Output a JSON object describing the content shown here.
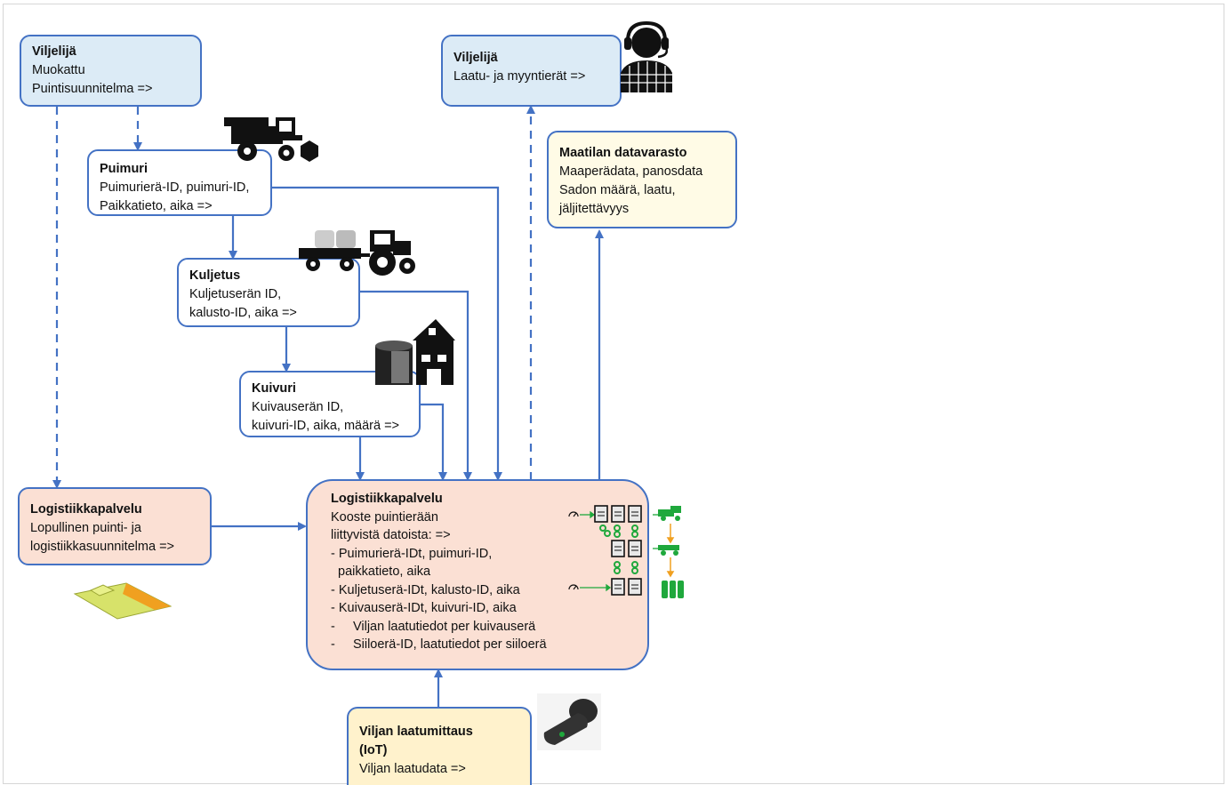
{
  "boxes": {
    "farmer_plan": {
      "title": "Viljelijä",
      "lines": [
        "Muokattu",
        "Puintisuunnitelma =>"
      ]
    },
    "farmer_lots": {
      "title": "Viljelijä",
      "lines": [
        "Laatu- ja myyntierät =>"
      ]
    },
    "combine": {
      "title": "Puimuri",
      "lines": [
        "Puimurierä-ID, puimuri-ID,",
        "Paikkatieto, aika =>"
      ]
    },
    "farm_store": {
      "title": "Maatilan datavarasto",
      "lines": [
        "Maaperädata, panosdata",
        "Sadon määrä, laatu,",
        "jäljitettävyys"
      ]
    },
    "transport": {
      "title": "Kuljetus",
      "lines": [
        "Kuljetuserän ID,",
        "kalusto-ID, aika =>"
      ]
    },
    "dryer": {
      "title": "Kuivuri",
      "lines": [
        "Kuivauserän ID,",
        "kuivuri-ID, aika, määrä =>"
      ]
    },
    "logistics_left": {
      "title": "Logistiikkapalvelu",
      "lines": [
        "Lopullinen puinti- ja",
        "logistiikkasuunnitelma =>"
      ]
    },
    "logistics_main": {
      "title": "Logistiikkapalvelu",
      "lines": [
        "Kooste puintierään",
        "liittyvistä datoista: =>",
        "- Puimurierä-IDt, puimuri-ID,",
        "  paikkatieto, aika",
        "- Kuljetuserä-IDt, kalusto-ID, aika",
        "- Kuivauserä-IDt, kuivuri-ID, aika",
        "-     Viljan laatutiedot per kuivauserä",
        "-     Siiloerä-ID, laatutiedot per siiloerä"
      ]
    },
    "quality": {
      "title": "Viljan laatumittaus",
      "title2": "(IoT)",
      "lines": [
        "Viljan laatudata =>"
      ]
    }
  },
  "icons": [
    "farmer-headset-icon",
    "combine-harvester-icon",
    "tractor-trailer-icon",
    "farm-barn-silo-icon",
    "field-map-icon",
    "quality-sensor-device-icon",
    "traceability-chain-icon"
  ],
  "colors": {
    "arrow": "#4472c4",
    "blue_box": "#dcebf6",
    "peach_box": "#fbe0d4",
    "cream_box": "#fffbe6",
    "amber_box": "#fff2cc",
    "green": "#1fa83c",
    "orange": "#f0a020"
  }
}
